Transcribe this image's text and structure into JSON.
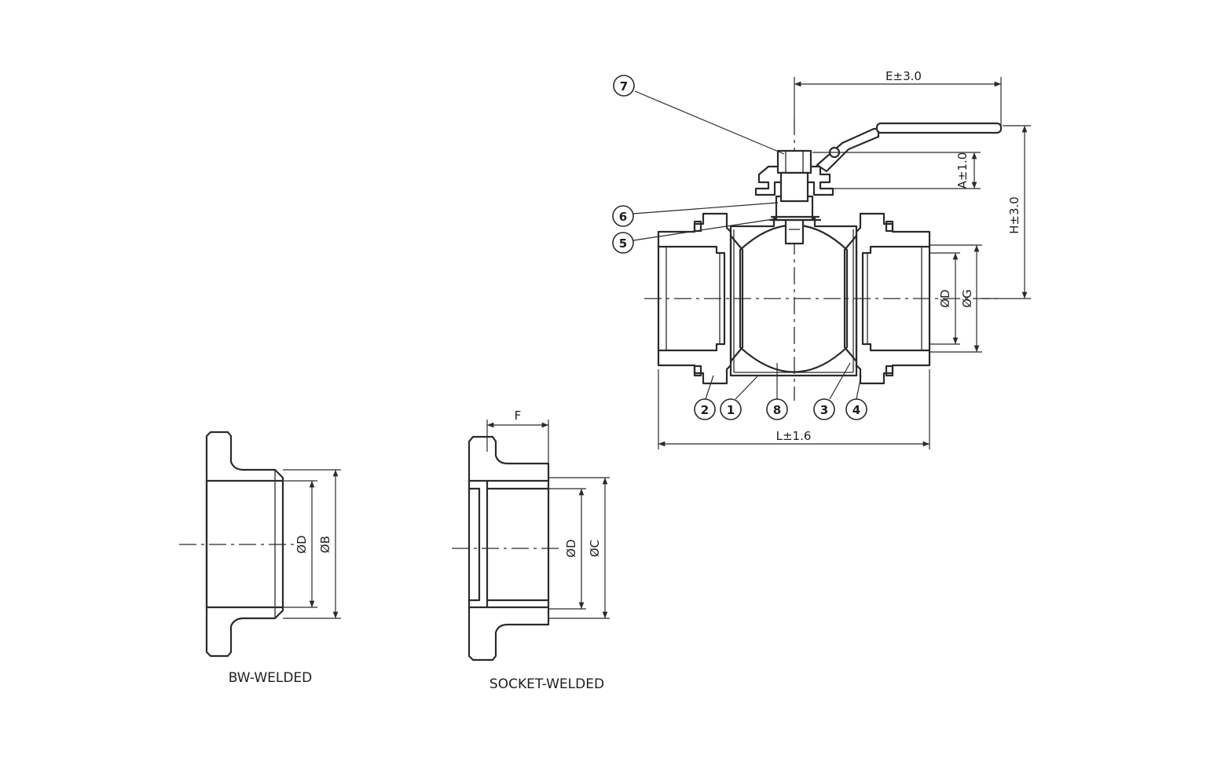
{
  "dimensions": {
    "e": "E±3.0",
    "a": "A±1.0",
    "h": "H±3.0",
    "d_body": "ØD",
    "g": "ØG",
    "l": "L±1.6",
    "f": "F",
    "d_bw": "ØD",
    "b": "ØB",
    "d_sw": "ØD",
    "c": "ØC"
  },
  "balloons": [
    "7",
    "6",
    "5",
    "2",
    "1",
    "8",
    "3",
    "4"
  ],
  "captions": {
    "bw": "BW-WELDED",
    "sw": "SOCKET-WELDED"
  }
}
